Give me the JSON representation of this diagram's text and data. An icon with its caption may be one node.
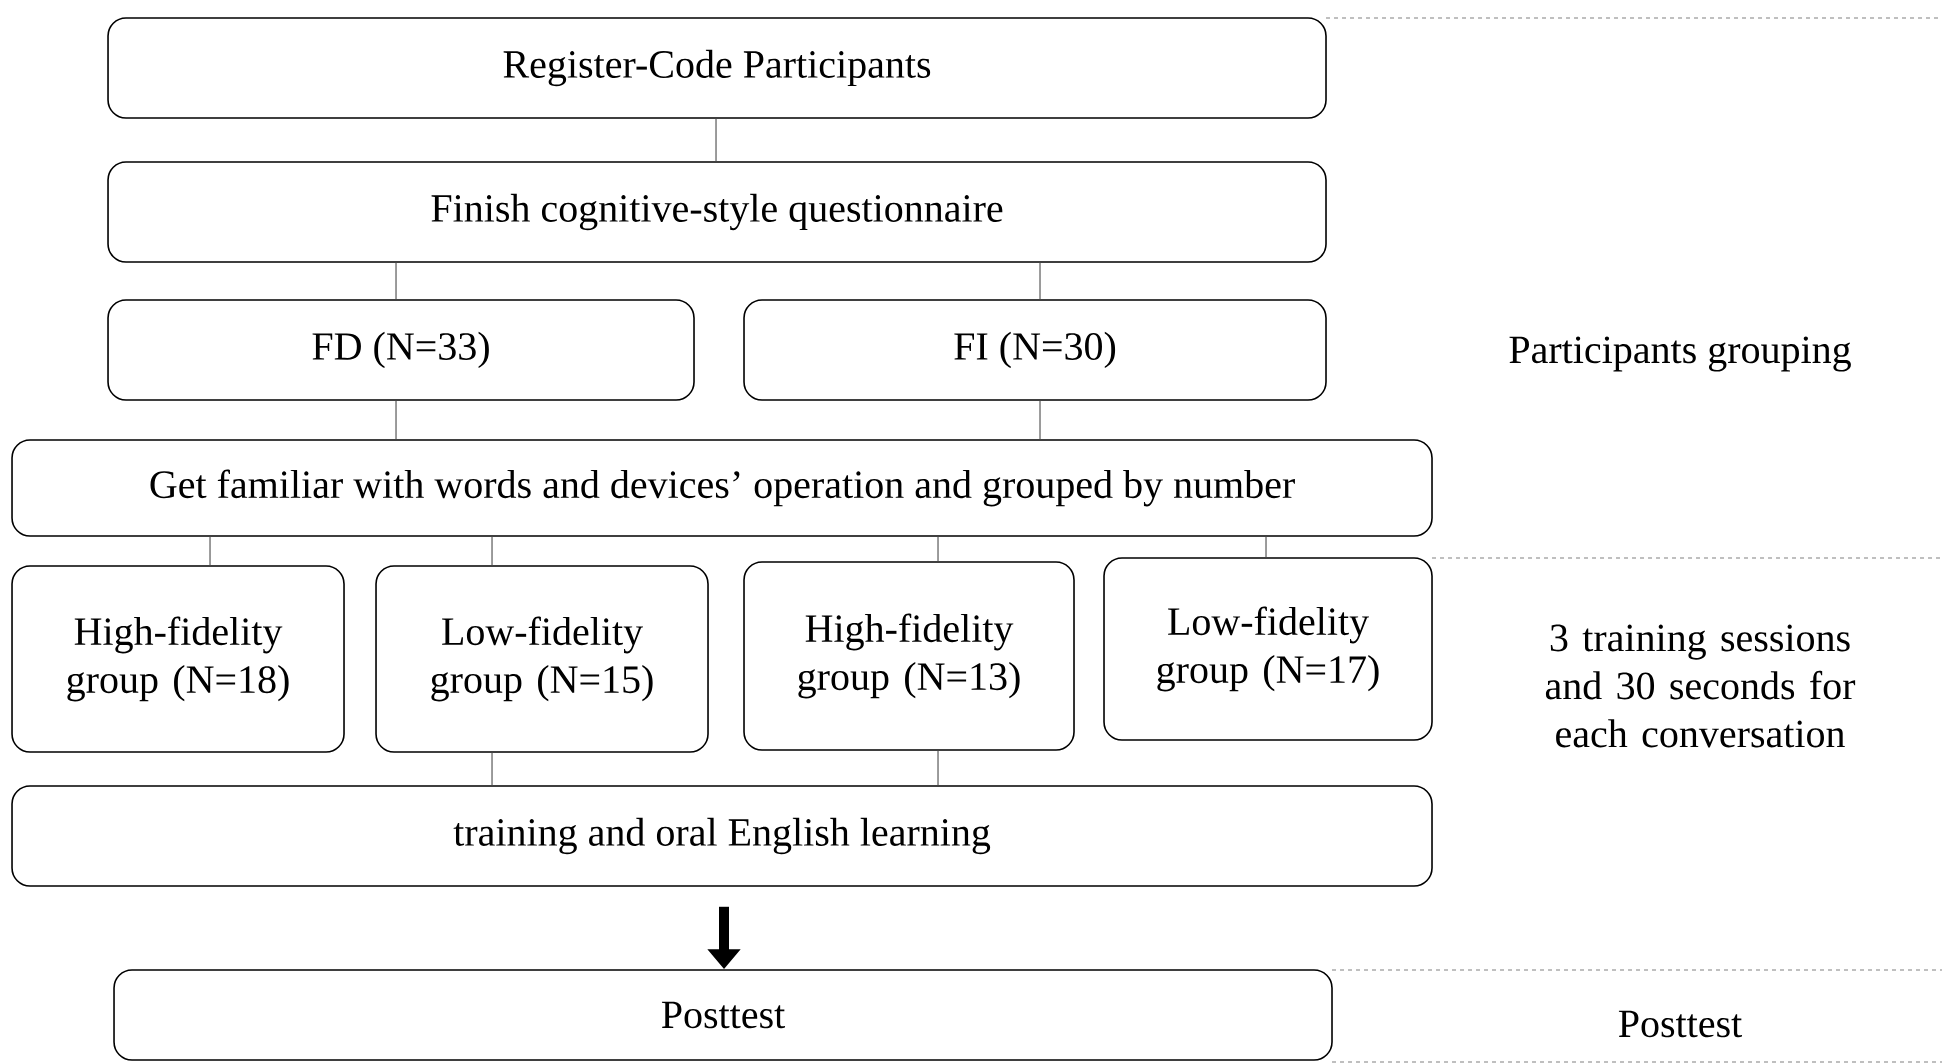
{
  "diagram": {
    "nodes": [
      {
        "text": [
          "Register-Code Participants"
        ]
      },
      {
        "text": [
          "Finish cognitive-style questionnaire"
        ]
      },
      {
        "text": [
          "FD (N=33)"
        ]
      },
      {
        "text": [
          "FI (N=30)"
        ]
      },
      {
        "text": [
          "Get familiar with words and devices’ operation and grouped by number"
        ]
      },
      {
        "text": [
          "High-fidelity group (N=18)"
        ]
      },
      {
        "text": [
          "Low-fidelity group (N=15)"
        ]
      },
      {
        "text": [
          "High-fidelity group (N=13)"
        ]
      },
      {
        "text": [
          "Low-fidelity group (N=17)"
        ]
      },
      {
        "text": [
          "training and oral English learning"
        ]
      },
      {
        "text": [
          "Posttest"
        ]
      }
    ],
    "edges": [
      {
        "from": 0,
        "to": 1,
        "arrow": "none"
      },
      {
        "from": 1,
        "to": 2,
        "arrow": "none"
      },
      {
        "from": 1,
        "to": 3,
        "arrow": "none"
      },
      {
        "from": 2,
        "to": 4,
        "arrow": "none"
      },
      {
        "from": 3,
        "to": 4,
        "arrow": "none"
      },
      {
        "from": 4,
        "to": 5,
        "arrow": "none"
      },
      {
        "from": 4,
        "to": 6,
        "arrow": "none"
      },
      {
        "from": 4,
        "to": 7,
        "arrow": "none"
      },
      {
        "from": 4,
        "to": 8,
        "arrow": "none"
      },
      {
        "from": 6,
        "to": 9,
        "arrow": "none"
      },
      {
        "from": 7,
        "to": 9,
        "arrow": "none"
      },
      {
        "from": 9,
        "to": 10,
        "arrow": "to",
        "style": "thick"
      }
    ],
    "labels": [
      "Participants grouping",
      "3 training sessions and 30 seconds for each conversation",
      "Posttest"
    ]
  }
}
